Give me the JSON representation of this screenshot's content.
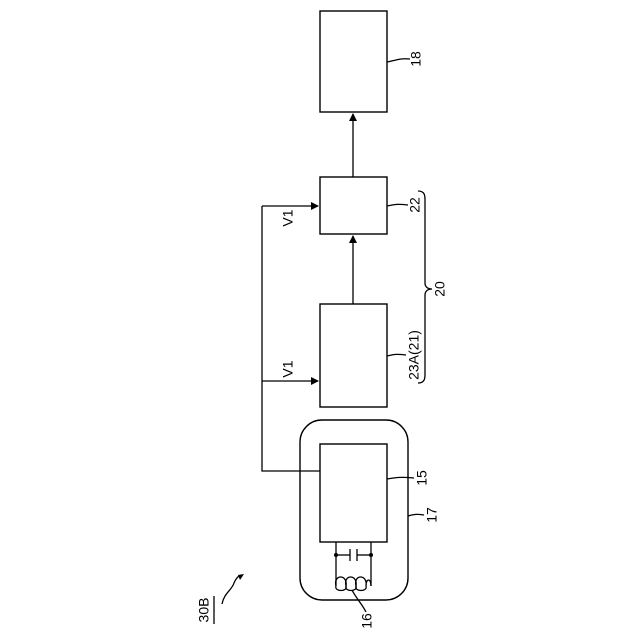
{
  "figure_ref": "30B",
  "labels": {
    "box_top": "18",
    "box_mid": "22",
    "box_lower": "23A(21)",
    "group": "20",
    "sensor": "15",
    "enclosure": "17",
    "coil": "16",
    "signal_upper": "V1",
    "signal_lower": "V1"
  }
}
